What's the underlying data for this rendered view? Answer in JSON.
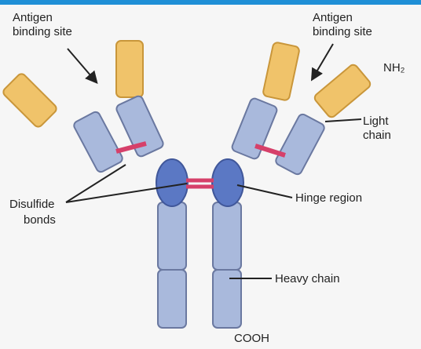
{
  "labels": {
    "antigen_binding_site_left_line1": "Antigen",
    "antigen_binding_site_left_line2": "binding site",
    "antigen_binding_site_right_line1": "Antigen",
    "antigen_binding_site_right_line2": "binding site",
    "nh2": "NH₂",
    "light_chain_line1": "Light",
    "light_chain_line2": "chain",
    "disulfide_bonds_line1": "Disulfide",
    "disulfide_bonds_line2": "bonds",
    "hinge_region": "Hinge region",
    "heavy_chain": "Heavy chain",
    "cooh": "COOH"
  },
  "colors": {
    "top_bar": "#1f8fd6",
    "variable_region": "#f0c36a",
    "constant_region": "#a9b9dc",
    "hinge": "#5b78c4",
    "disulfide_bond": "#d6406a",
    "outline": "#6a78a0"
  }
}
